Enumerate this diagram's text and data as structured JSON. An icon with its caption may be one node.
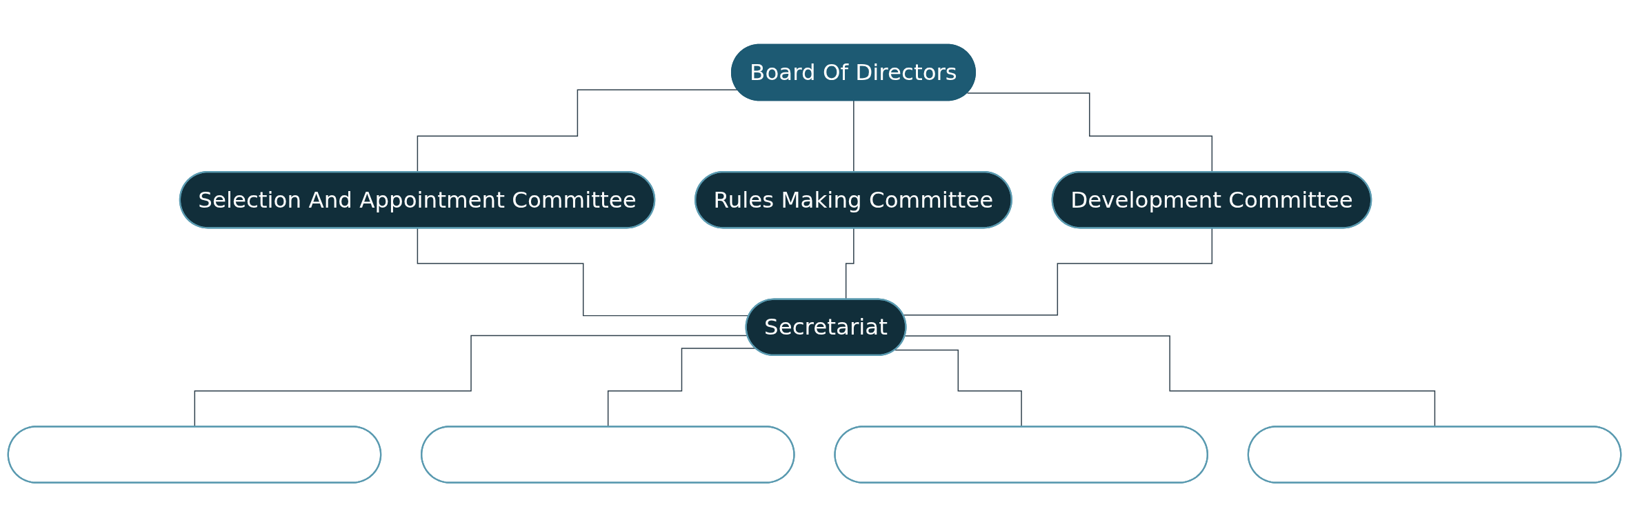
{
  "diagram": {
    "nodes": [
      {
        "text": [
          "Board Of Directors"
        ]
      },
      {
        "text": [
          "Selection And Appointment Committee"
        ]
      },
      {
        "text": [
          "Rules Making Committee"
        ]
      },
      {
        "text": [
          "Development Committee"
        ]
      },
      {
        "text": [
          "Secretariat"
        ]
      },
      {
        "text": [],
        "shape": "box"
      },
      {
        "text": [],
        "shape": "box"
      },
      {
        "text": [],
        "shape": "box"
      },
      {
        "text": [],
        "shape": "box"
      }
    ],
    "edges": [
      {
        "from": 0,
        "to": 1,
        "arrow": "none"
      },
      {
        "from": 0,
        "to": 2,
        "arrow": "none"
      },
      {
        "from": 0,
        "to": 3,
        "arrow": "none"
      },
      {
        "from": 1,
        "to": 4,
        "arrow": "none"
      },
      {
        "from": 2,
        "to": 4,
        "arrow": "none"
      },
      {
        "from": 3,
        "to": 4,
        "arrow": "none"
      },
      {
        "from": 4,
        "to": 5,
        "arrow": "none"
      },
      {
        "from": 4,
        "to": 6,
        "arrow": "none"
      },
      {
        "from": 4,
        "to": 7,
        "arrow": "none"
      },
      {
        "from": 4,
        "to": 8,
        "arrow": "none"
      }
    ]
  }
}
